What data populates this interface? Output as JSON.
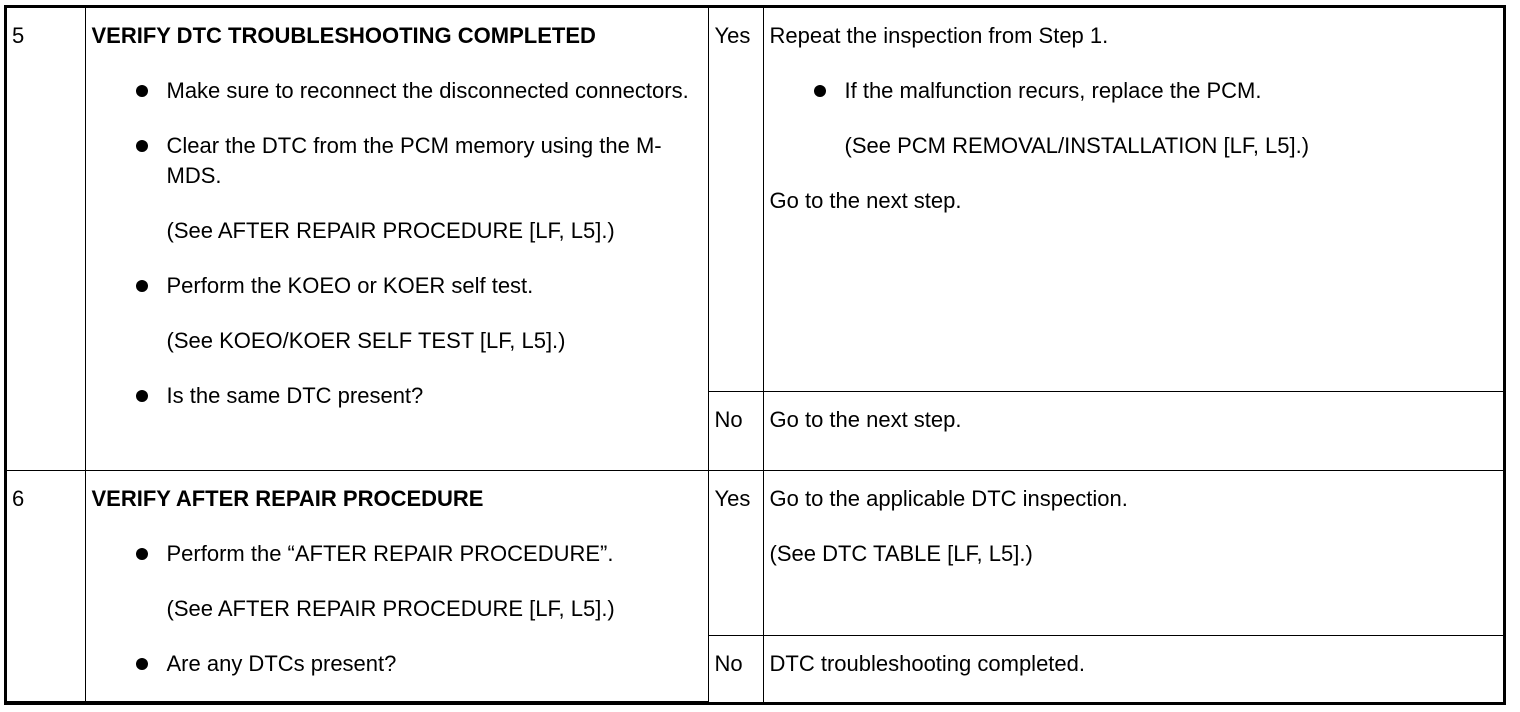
{
  "steps": [
    {
      "number": "5",
      "title": "VERIFY DTC TROUBLESHOOTING COMPLETED",
      "bullets": [
        {
          "text": "Make sure to reconnect the disconnected connectors.",
          "ref": ""
        },
        {
          "text": "Clear the DTC from the PCM memory using the M-MDS.",
          "ref": "(See AFTER REPAIR PROCEDURE [LF, L5].)"
        },
        {
          "text": "Perform the KOEO or KOER self test.",
          "ref": "(See KOEO/KOER SELF TEST [LF, L5].)"
        },
        {
          "text": "Is the same DTC present?",
          "ref": ""
        }
      ],
      "yes": {
        "label": "Yes",
        "line1": "Repeat the inspection from Step 1.",
        "bullet": "If the malfunction recurs, replace the PCM.",
        "bullet_ref": "(See PCM REMOVAL/INSTALLATION [LF, L5].)",
        "line2": "Go to the next step."
      },
      "no": {
        "label": "No",
        "line1": "Go to the next step."
      }
    },
    {
      "number": "6",
      "title": "VERIFY AFTER REPAIR PROCEDURE",
      "bullets": [
        {
          "text": "Perform the “AFTER REPAIR PROCEDURE”.",
          "ref": "(See AFTER REPAIR PROCEDURE [LF, L5].)"
        },
        {
          "text": "Are any DTCs present?",
          "ref": ""
        }
      ],
      "yes": {
        "label": "Yes",
        "line1": "Go to the applicable DTC inspection.",
        "line2": "(See DTC TABLE [LF, L5].)"
      },
      "no": {
        "label": "No",
        "line1": "DTC troubleshooting completed."
      }
    }
  ]
}
